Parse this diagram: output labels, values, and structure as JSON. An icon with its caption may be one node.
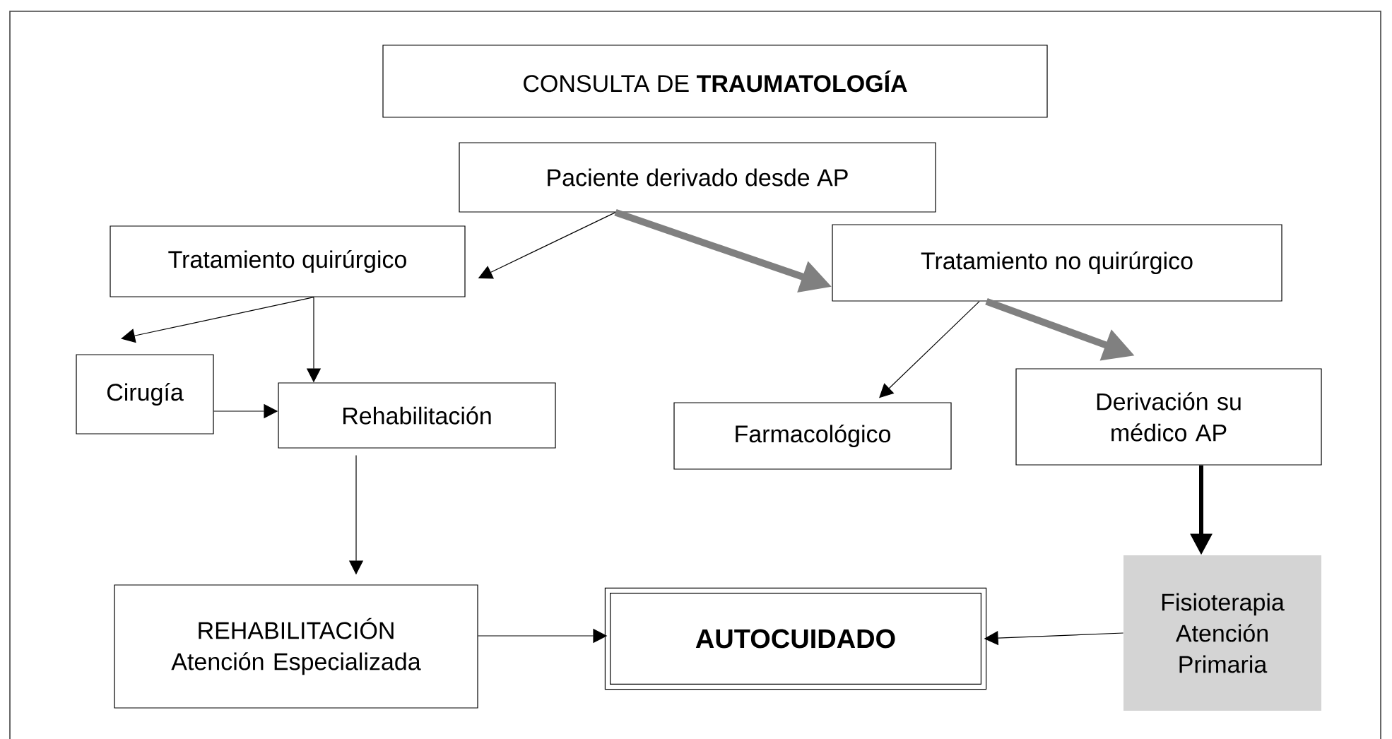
{
  "diagram": {
    "nodes": [
      {
        "text": [
          "CONSULTA DE **TRAUMATOLOGÍA**"
        ]
      },
      {
        "text": [
          "Paciente derivado desde AP"
        ]
      },
      {
        "text": [
          "Tratamiento quirúrgico"
        ]
      },
      {
        "text": [
          "Tratamiento no quirúrgico"
        ]
      },
      {
        "text": [
          "Cirugía"
        ]
      },
      {
        "text": [
          "Rehabilitación"
        ]
      },
      {
        "text": [
          "Farmacológico"
        ]
      },
      {
        "text": [
          "Derivación su médico AP"
        ]
      },
      {
        "text": [
          "REHABILITACIÓN Atención Especializada"
        ]
      },
      {
        "text": [
          "AUTOCUIDADO"
        ]
      },
      {
        "text": [
          "Fisioterapia Atención Primaria"
        ]
      }
    ],
    "edges": [
      {
        "from": 1,
        "to": 2,
        "arrow": "to"
      },
      {
        "from": 1,
        "to": 3,
        "arrow": "to",
        "style": "thick",
        "color": "#808080"
      },
      {
        "from": 2,
        "to": 4,
        "arrow": "to"
      },
      {
        "from": 2,
        "to": 5,
        "arrow": "to"
      },
      {
        "from": 4,
        "to": 5,
        "arrow": "to"
      },
      {
        "from": 3,
        "to": 6,
        "arrow": "to"
      },
      {
        "from": 3,
        "to": 7,
        "arrow": "to",
        "style": "thick",
        "color": "#808080"
      },
      {
        "from": 5,
        "to": 8,
        "arrow": "to"
      },
      {
        "from": 7,
        "to": 10,
        "arrow": "to",
        "style": "thick"
      },
      {
        "from": 8,
        "to": 9,
        "arrow": "to"
      },
      {
        "from": 10,
        "to": 9,
        "arrow": "to"
      }
    ]
  }
}
